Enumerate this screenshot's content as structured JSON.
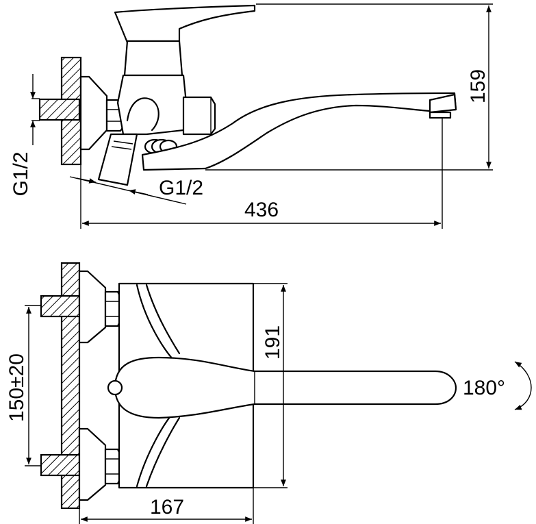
{
  "side_view": {
    "height_dim": "159",
    "length_dim": "436",
    "thread_vertical": "G1/2",
    "thread_diagonal": "G1/2"
  },
  "front_view": {
    "centers_dim": "150±20",
    "height_dim": "191",
    "depth_dim": "167",
    "rotation": "180°"
  }
}
